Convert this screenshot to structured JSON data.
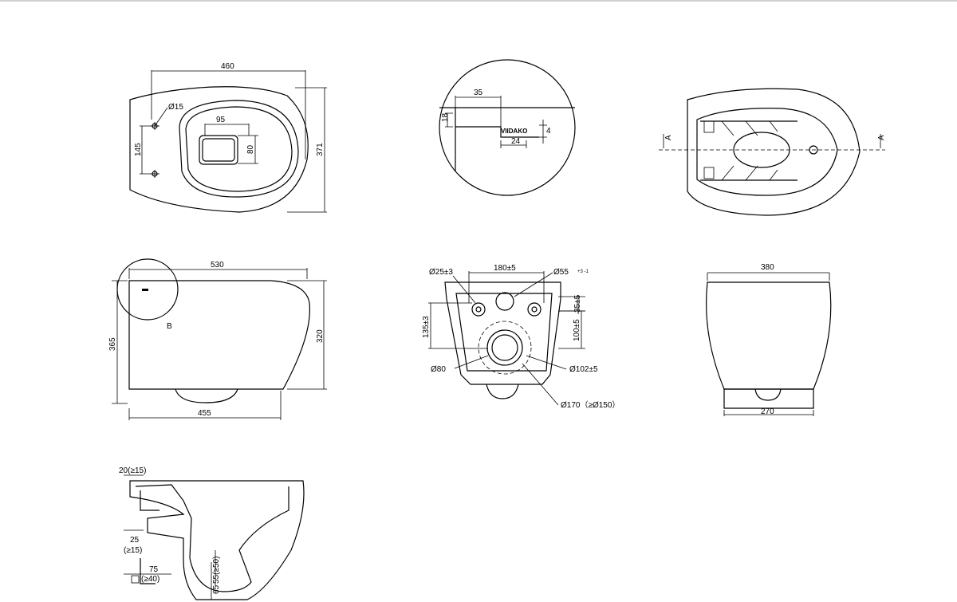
{
  "top_view": {
    "width": "460",
    "depth": "371",
    "hole_dia": "Ø15",
    "hole_spacing": "145",
    "bowl_w": "95",
    "bowl_h": "80"
  },
  "detail_b": {
    "d35": "35",
    "d18": "18",
    "d4": "4",
    "d24": "24",
    "brand": "VIIDAKO"
  },
  "section_top": {
    "section_a": "A"
  },
  "side_view": {
    "length_top": "530",
    "height": "365",
    "body_h": "320",
    "length_bottom": "455",
    "detail_label": "B"
  },
  "back_view": {
    "d25": "Ø25±3",
    "d180": "180±5",
    "d55": "Ø55",
    "d55_tol": "+3 -1",
    "d135": "135±3",
    "d35": "35±5",
    "d100": "100±5",
    "d80": "Ø80",
    "d102": "Ø102±5",
    "d170": "Ø170（≥Ø150）"
  },
  "front_view": {
    "width_top": "380",
    "width_bottom": "270"
  },
  "cross_section": {
    "d20": "20(≥15)",
    "d25": "25",
    "d25b": "(≥15)",
    "d75": "75",
    "d40": "(≥40)",
    "d55": "55(≥50)",
    "d65": "65"
  }
}
